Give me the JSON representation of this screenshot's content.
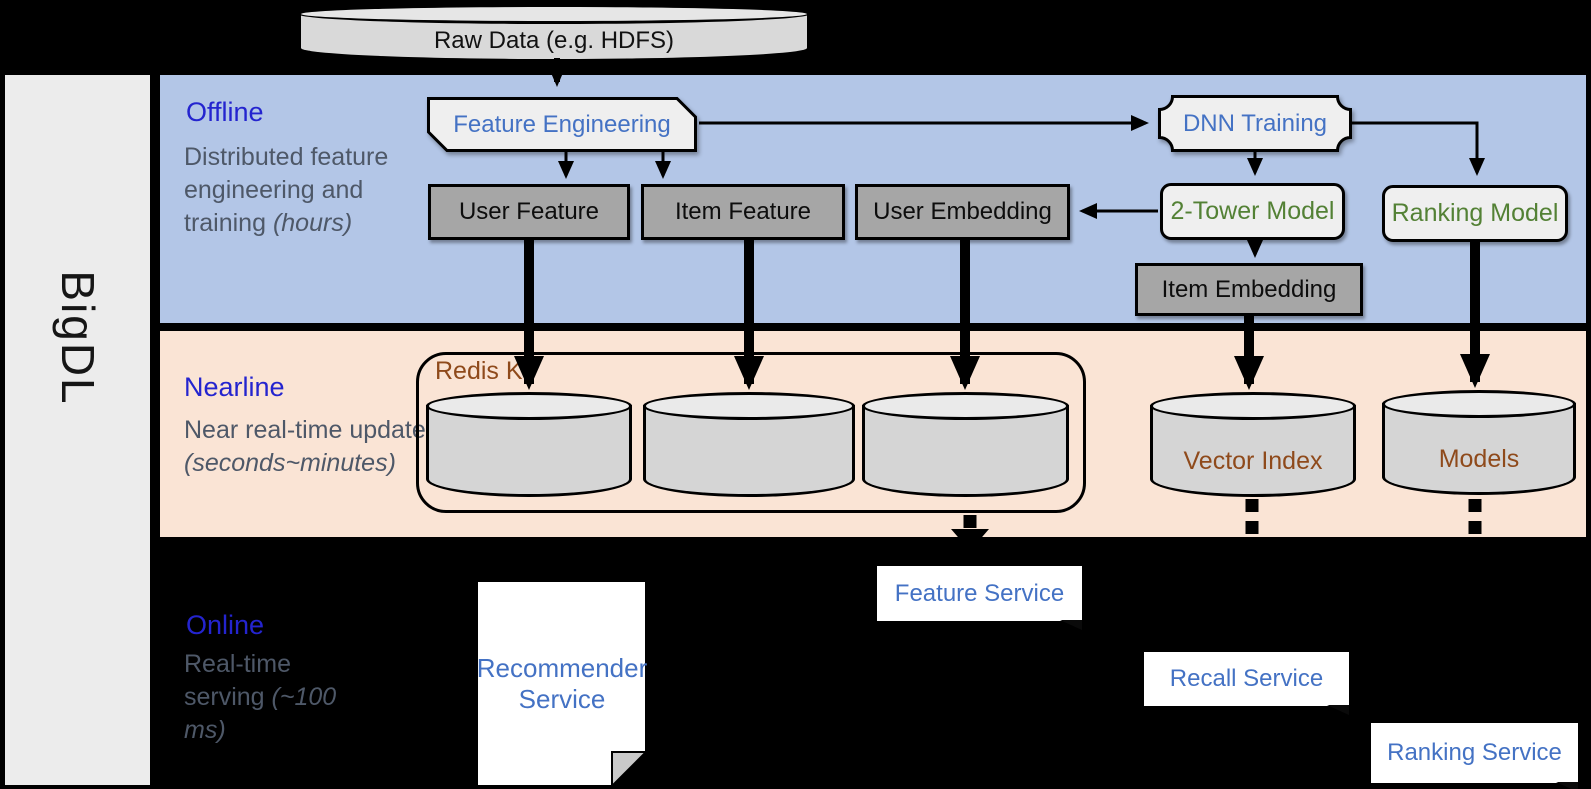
{
  "brand": "BigDL",
  "data_source": "Raw Data (e.g. HDFS)",
  "sections": {
    "offline": {
      "title": "Offline",
      "description": "Distributed feature engineering and training",
      "note": "(hours)"
    },
    "nearline": {
      "title": "Nearline",
      "description": "Near real-time update",
      "note": "(seconds~minutes)"
    },
    "online": {
      "title": "Online",
      "description": "Real-time serving",
      "note": "(~100 ms)"
    }
  },
  "nodes": {
    "feature_engineering": "Feature Engineering",
    "dnn_training": "DNN Training",
    "user_feature": "User Feature",
    "item_feature": "Item Feature",
    "user_embedding": "User Embedding",
    "two_tower_model": "2-Tower Model",
    "ranking_model": "Ranking Model",
    "item_embedding": "Item Embedding",
    "redis_kv": "Redis KV",
    "vector_index": "Vector Index",
    "models": "Models",
    "recommender_service": "Recommender Service",
    "feature_service": "Feature Service",
    "recall_service": "Recall Service",
    "ranking_service": "Ranking Service"
  },
  "colors": {
    "background": "#000000",
    "offline_band": "#B3C6E7",
    "nearline_band": "#FAE4D5",
    "sidebar": "#ECECEC",
    "section_title": "#2424CF",
    "section_text": "#4E5868",
    "process_text": "#4472C4",
    "model_text": "#538135",
    "storage_text": "#8F4A1B",
    "service_text": "#4472C4",
    "gray_node_fill": "#A6A6A6",
    "light_node_fill": "#EFEFEF",
    "cylinder_fill": "#D5D5D5"
  }
}
